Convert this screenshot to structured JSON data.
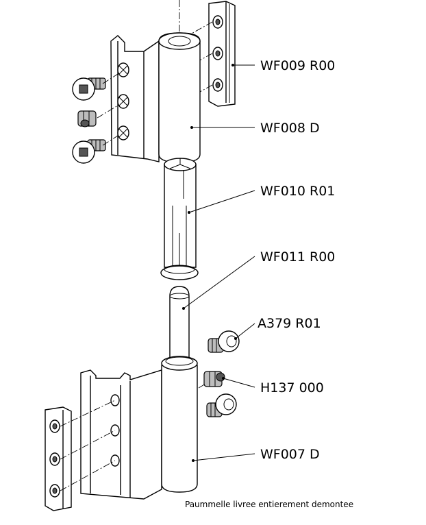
{
  "labels": [
    {
      "id": "wf009",
      "text": "WF009  R00"
    },
    {
      "id": "wf008",
      "text": "WF008  D"
    },
    {
      "id": "wf010",
      "text": "WF010  R01"
    },
    {
      "id": "wf011",
      "text": "WF011 R00"
    },
    {
      "id": "a379",
      "text": "A379  R01"
    },
    {
      "id": "h137",
      "text": "H137  000"
    },
    {
      "id": "wf007",
      "text": "WF007  D"
    }
  ],
  "note": "Paummelle livree entierement demontee"
}
